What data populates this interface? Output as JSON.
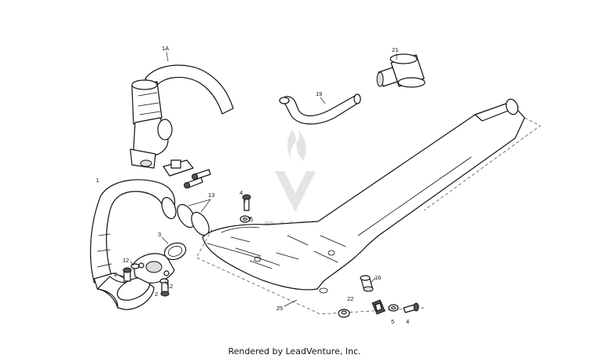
{
  "diagram": {
    "callouts": [
      "1A",
      "21",
      "19",
      "1",
      "13",
      "4",
      "5",
      "3",
      "12",
      "2",
      "12",
      "2",
      "16",
      "22",
      "25",
      "5",
      "4"
    ],
    "watermark": "DVENTURE"
  },
  "footer": {
    "credit": "Rendered by LeadVenture, Inc."
  },
  "colors": {
    "line": "#111111",
    "watermark": "#d8d8d8",
    "background": "#ffffff"
  }
}
